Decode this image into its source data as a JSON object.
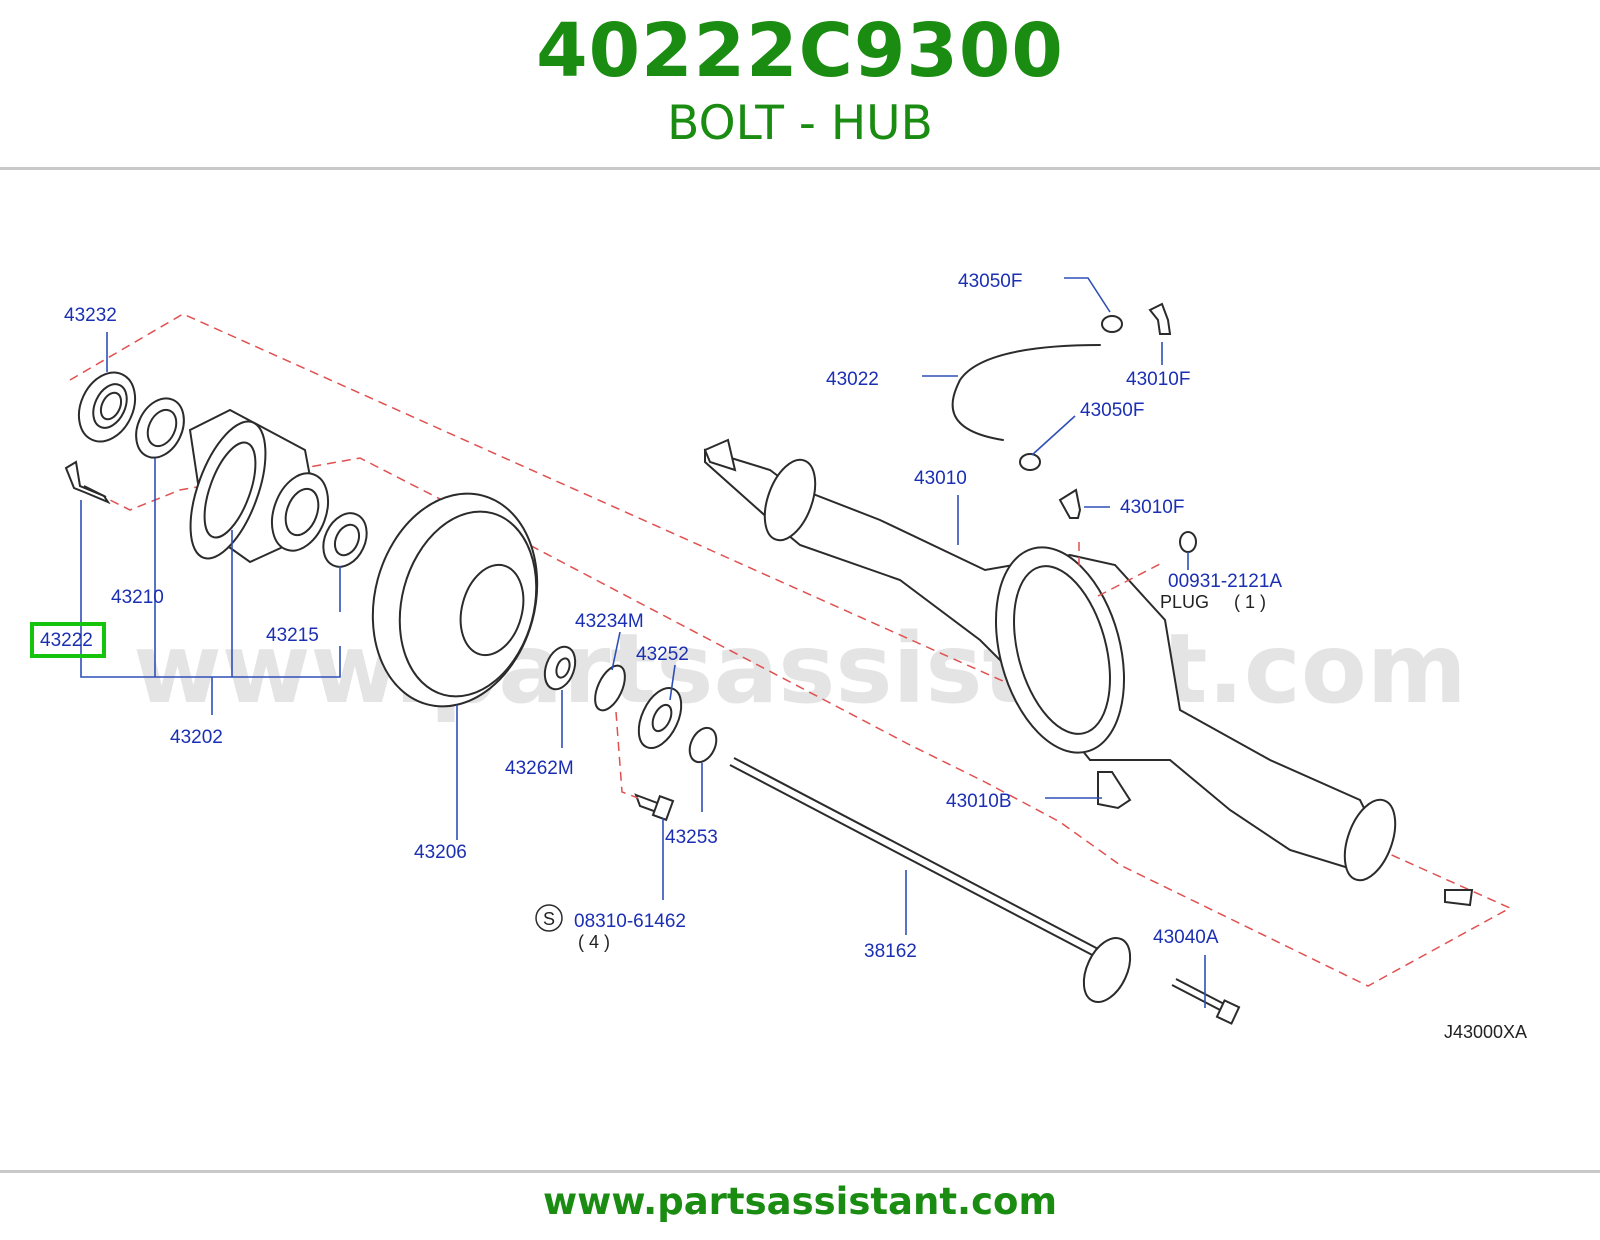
{
  "header": {
    "part_number": "40222C9300",
    "part_name": "BOLT - HUB"
  },
  "footer": {
    "url": "www.partsassistant.com"
  },
  "diagram": {
    "watermark": "www.partsassistant.com",
    "code": "J43000XA",
    "highlighted_part": "43222",
    "labels": {
      "p43232": "43232",
      "p43222": "43222",
      "p43210": "43210",
      "p43215": "43215",
      "p43202": "43202",
      "p43206": "43206",
      "p43234M": "43234M",
      "p43252": "43252",
      "p43262M": "43262M",
      "p43253": "43253",
      "p08310": "08310-61462",
      "p08310_qty": "( 4 )",
      "s_symbol": "S",
      "p38162": "38162",
      "p43040A": "43040A",
      "p43010B": "43010B",
      "p43010": "43010",
      "p43022": "43022",
      "p43050F_top": "43050F",
      "p43010F_top": "43010F",
      "p43050F_mid": "43050F",
      "p43010F_mid": "43010F",
      "p00931": "00931-2121A",
      "plug": "PLUG",
      "plug_qty": "( 1 )"
    }
  }
}
